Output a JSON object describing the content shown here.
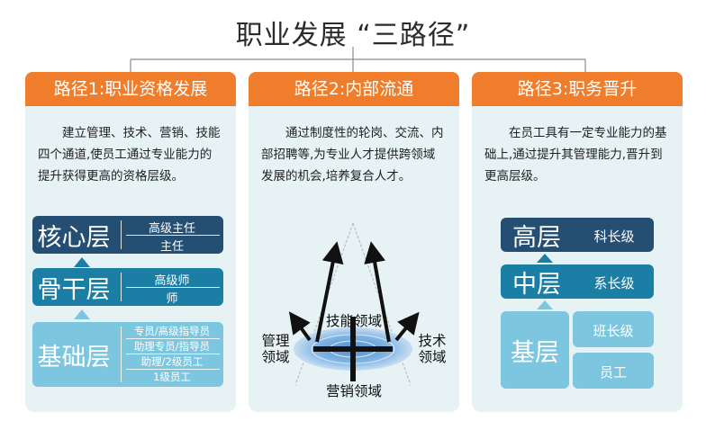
{
  "title": "职业发展 “三路径”",
  "colors": {
    "orange": "#ef7d2b",
    "navy": "#244f73",
    "teal": "#1b7ea4",
    "light_blue": "#7dc6e0",
    "panel_bg": "#e6f2f4"
  },
  "panels": [
    {
      "heading": "路径1:职业资格发展",
      "description": "建立管理、技术、营销、技能四个通道,使员工通过专业能力的提升获得更高的资格层级。",
      "tiers": [
        {
          "name": "核心层",
          "sub": [
            "高级主任",
            "主任"
          ]
        },
        {
          "name": "骨干层",
          "sub": [
            "高级师",
            "师"
          ]
        },
        {
          "name": "基础层",
          "sub": [
            "专员/高级指导员",
            "助理专员/指导员",
            "助理/2级员工",
            "1级员工"
          ]
        }
      ]
    },
    {
      "heading": "路径2:内部流通",
      "description": "通过制度性的轮岗、交流、内部招聘等,为专业人才提供跨领域发展的机会,培养复合人才。",
      "diagram": {
        "top": "技能领域",
        "left": [
          "管理",
          "领域"
        ],
        "right": [
          "技术",
          "领域"
        ],
        "bottom": "营销领域"
      }
    },
    {
      "heading": "路径3:职务晋升",
      "description": "在员工具有一定专业能力的基础上,通过提升其管理能力,晋升到更高层级。",
      "tiers": [
        {
          "name": "高层",
          "sub": [
            "科长级"
          ]
        },
        {
          "name": "中层",
          "sub": [
            "系长级"
          ]
        },
        {
          "name": "基层",
          "sub": [
            "班长级",
            "员工"
          ]
        }
      ]
    }
  ]
}
